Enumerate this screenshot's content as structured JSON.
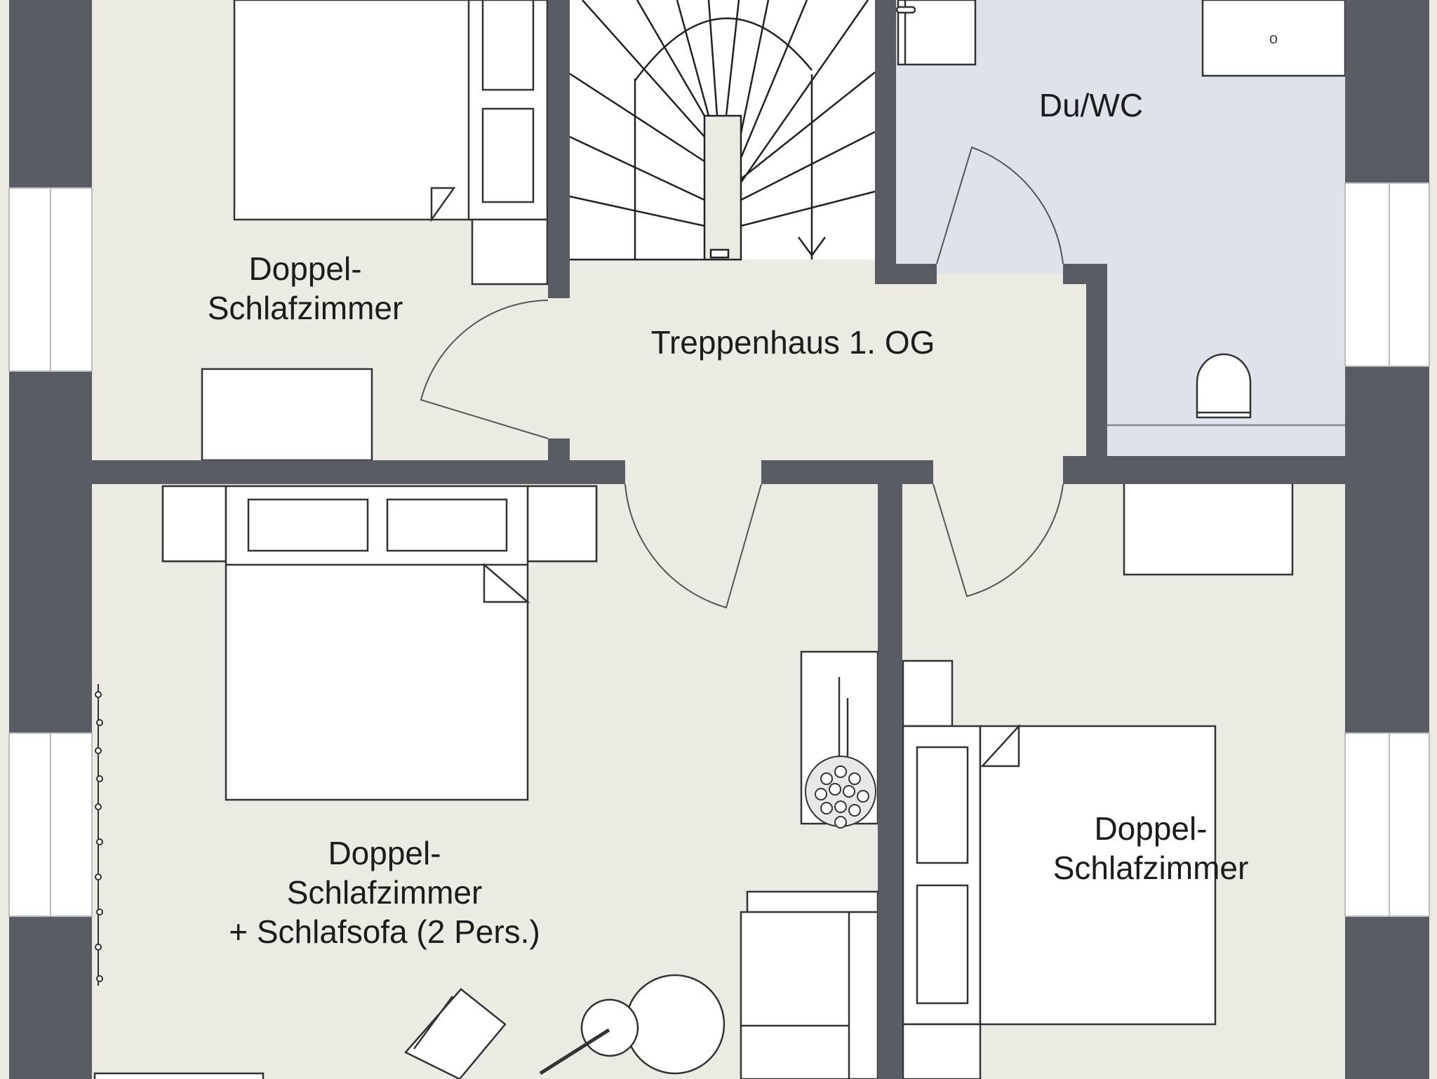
{
  "plan": {
    "title": "Floor plan 1st floor (1. OG)",
    "colors": {
      "wall": "#5a5c63",
      "floor": "#ebebe4",
      "bath_floor": "#dde2eb",
      "furniture": "#ffffff",
      "line": "#333333",
      "text": "#1c1c1c"
    }
  },
  "rooms": [
    {
      "id": "bedroom-top-left",
      "lines": [
        "Doppel-",
        "Schlafzimmer"
      ]
    },
    {
      "id": "staircase",
      "lines": [
        "Treppenhaus 1. OG"
      ]
    },
    {
      "id": "bathroom",
      "lines": [
        "Du/WC"
      ]
    },
    {
      "id": "bedroom-bottom-left",
      "lines": [
        "Doppel-",
        "Schlafzimmer",
        "+ Schlafsofa (2 Pers.)"
      ]
    },
    {
      "id": "bedroom-bottom-right",
      "lines": [
        "Doppel-",
        "Schlafzimmer"
      ]
    }
  ],
  "symbols": {
    "sink_drain": "o",
    "stairs_direction": "down-arrow"
  }
}
